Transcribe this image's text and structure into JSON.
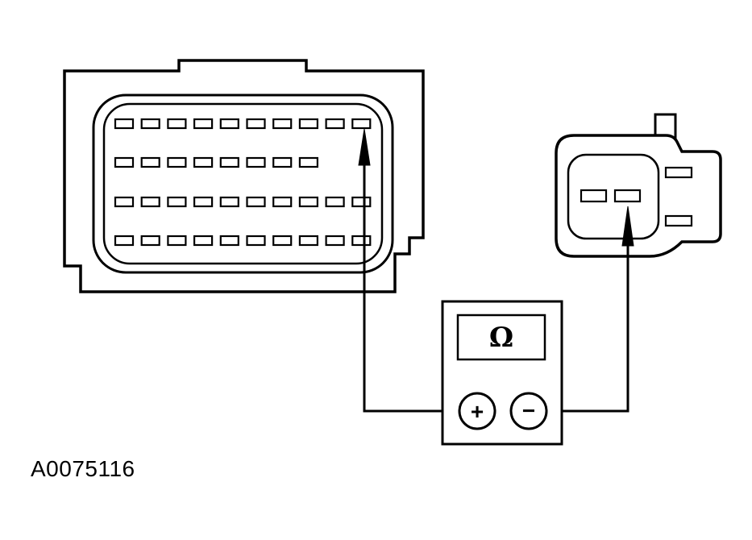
{
  "meter": {
    "display_symbol": "Ω",
    "positive_terminal": "+",
    "negative_terminal": "−"
  },
  "figure_reference": "A0075116",
  "connector_left": {
    "rows": [
      10,
      8,
      10,
      10
    ]
  },
  "connector_right": {
    "face_pins": 2,
    "side_pins": 2
  }
}
